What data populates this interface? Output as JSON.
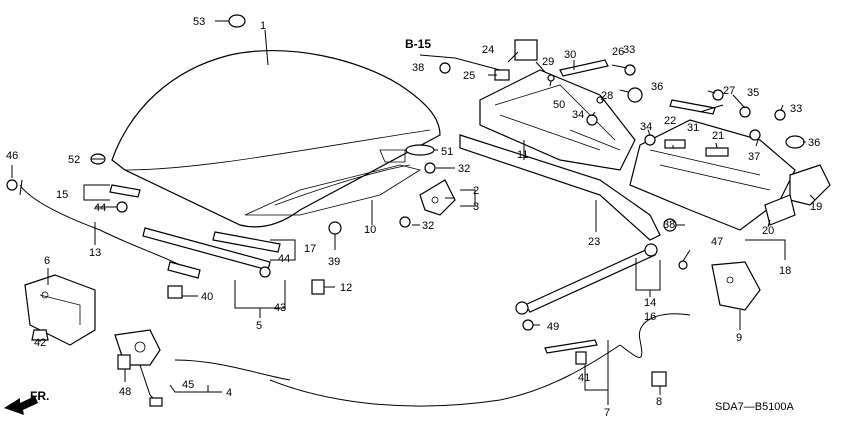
{
  "diagram": {
    "reference_label": "B-15",
    "direction_label": "FR.",
    "diagram_code": "SDA7—B5100A",
    "callouts": [
      "1",
      "2",
      "3",
      "4",
      "5",
      "6",
      "7",
      "8",
      "9",
      "10",
      "11",
      "12",
      "13",
      "14",
      "15",
      "16",
      "17",
      "18",
      "19",
      "20",
      "21",
      "22",
      "23",
      "24",
      "25",
      "26",
      "27",
      "28",
      "29",
      "30",
      "31",
      "32",
      "33",
      "34",
      "35",
      "36",
      "37",
      "38",
      "39",
      "40",
      "41",
      "42",
      "43",
      "44",
      "45",
      "46",
      "47",
      "48",
      "49",
      "50",
      "51",
      "52",
      "53"
    ]
  }
}
